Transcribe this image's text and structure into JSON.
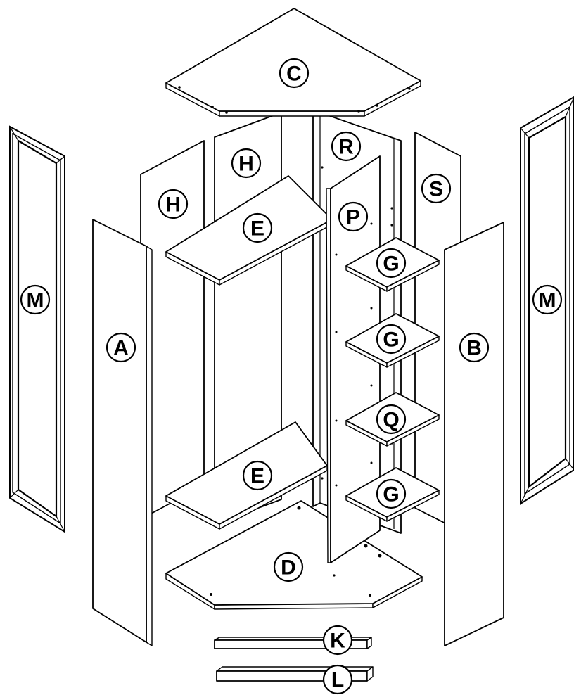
{
  "labels": {
    "top": "C",
    "bottom": "D",
    "back_left_outer": "H",
    "back_left_inner": "H",
    "back_corner": "R",
    "back_right": "S",
    "divider": "P",
    "shelf_upper": "E",
    "shelf_lower": "E",
    "left_side": "A",
    "right_side": "B",
    "small_shelf_1": "G",
    "small_shelf_2": "G",
    "small_shelf_3": "Q",
    "small_shelf_4": "G",
    "mirror_left": "M",
    "mirror_right": "M",
    "plinth_front": "K",
    "plinth_side": "L"
  }
}
